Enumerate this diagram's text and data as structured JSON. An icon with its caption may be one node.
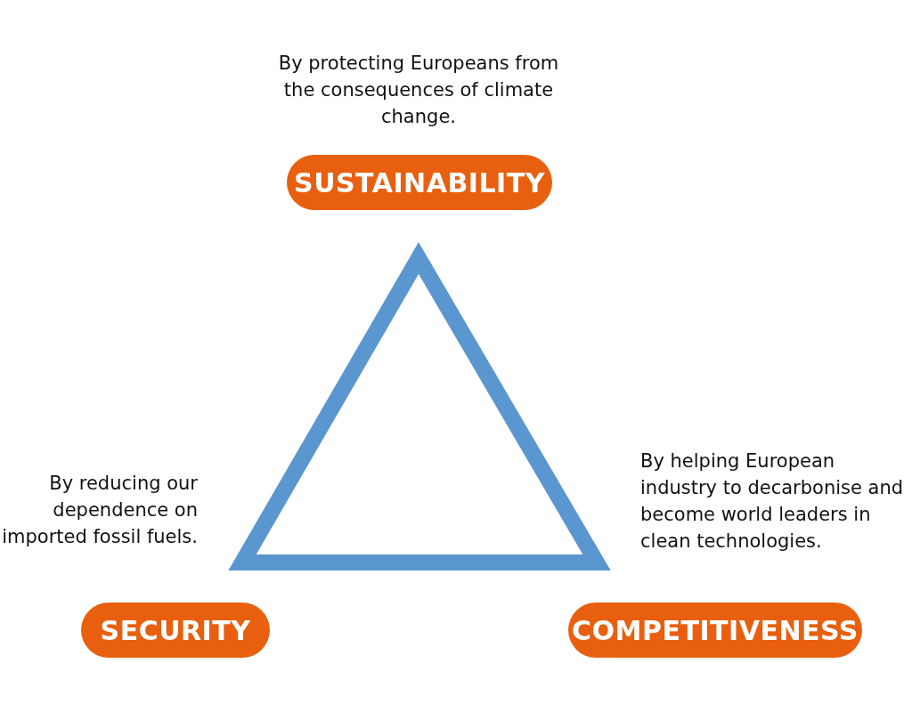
{
  "diagram": {
    "nodes": [
      {
        "text": [
          "SUSTAINABILITY"
        ],
        "beside": [
          "By protecting Europeans from the consequences of climate change."
        ]
      },
      {
        "text": [
          "SECURITY"
        ],
        "beside": [
          "By reducing our dependence on imported fossil fuels."
        ]
      },
      {
        "text": [
          "COMPETITIVENESS"
        ],
        "beside": [
          "By helping European industry to decarbonise and become world leaders in clean technologies."
        ]
      }
    ]
  }
}
